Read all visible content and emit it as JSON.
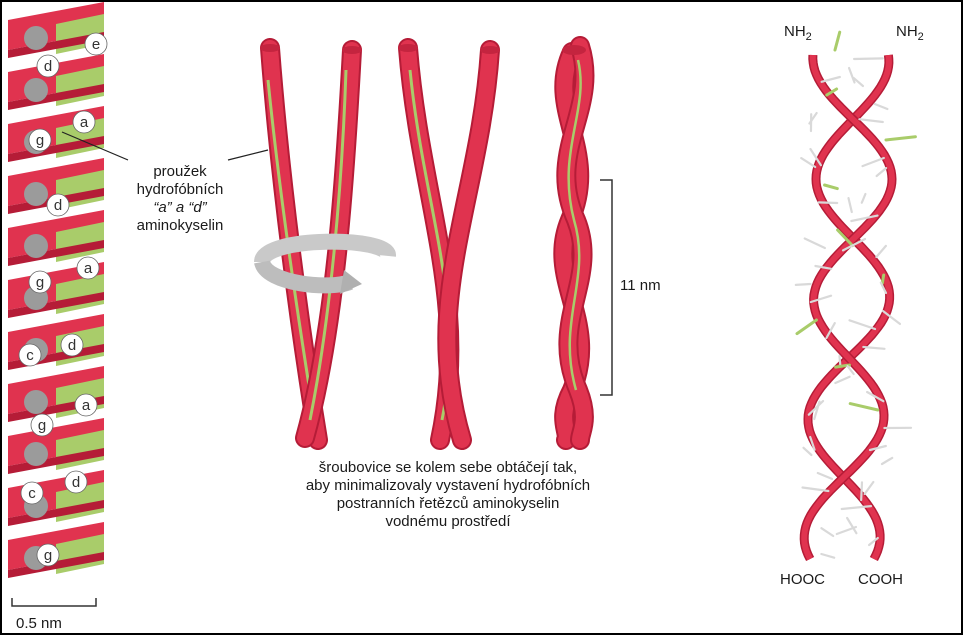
{
  "colors": {
    "red": "#e0334f",
    "red_dark": "#b51c37",
    "green": "#a9cc6a",
    "grey": "#9b9b9b",
    "stick": "#d9d9d9",
    "border": "#000000"
  },
  "helix_wheel": {
    "residues": [
      "e",
      "d",
      "a",
      "g",
      "d",
      "a",
      "g",
      "d",
      "c",
      "a",
      "g",
      "d",
      "c",
      "g"
    ]
  },
  "scale_bar": {
    "label": "0.5 nm"
  },
  "stripe_callout": {
    "lines": [
      "proužek",
      "hydrofóbních",
      "“a” a “d”",
      "aminokyselin"
    ]
  },
  "pitch": {
    "label": "11 nm"
  },
  "caption": {
    "lines": [
      "šroubovice se kolem sebe obtáčejí tak,",
      "aby minimalizovaly vystavení hydrofóbních",
      "postranních řetězců aminokyselin",
      "vodnému prostředí"
    ]
  },
  "structure": {
    "top_left": "NH",
    "top_right": "NH",
    "subscript": "2",
    "bottom_left": "HOOC",
    "bottom_right": "COOH"
  }
}
